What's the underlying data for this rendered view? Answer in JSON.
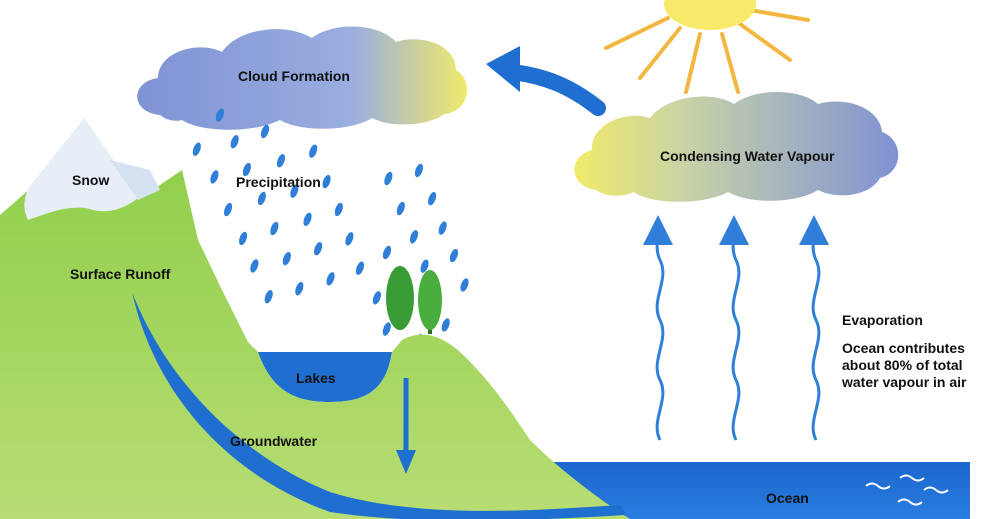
{
  "diagram": {
    "labels": {
      "cloud_formation": "Cloud Formation",
      "condensing": "Condensing Water Vapour",
      "snow": "Snow",
      "precipitation": "Precipitation",
      "surface_runoff": "Surface Runoff",
      "lakes": "Lakes",
      "groundwater": "Groundwater",
      "evaporation": "Evaporation",
      "ocean": "Ocean",
      "ocean_note": [
        "Ocean contributes",
        "about 80% of total",
        "water vapour in air"
      ]
    },
    "colors": {
      "sky": "#ffffff",
      "hill_green": "#7fc640",
      "hill_light": "#b8dc6a",
      "water_blue": "#1f6fd1",
      "arrow_blue": "#2f7fd8",
      "cloud_blue": "#7b8fcf",
      "cloud_yellow": "#f3ec6a",
      "sun_yellow": "#f7ea6a",
      "sun_ray": "#f3b640",
      "snow": "#e7eef8",
      "tree_green": "#3a9c36"
    }
  }
}
